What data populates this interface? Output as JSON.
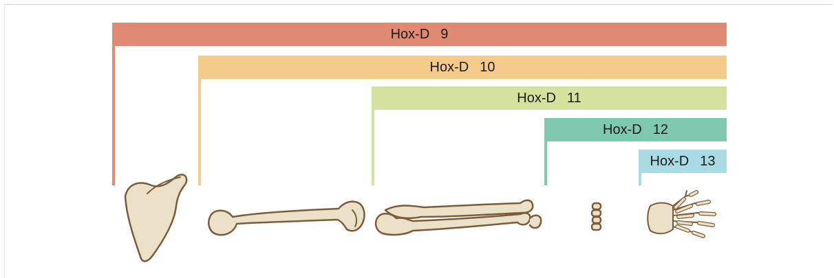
{
  "hox_bands": [
    {
      "gene": "Hox-D",
      "number": "9",
      "color": "#e08a74",
      "element": "scapula"
    },
    {
      "gene": "Hox-D",
      "number": "10",
      "color": "#f5cb8c",
      "element": "humerus"
    },
    {
      "gene": "Hox-D",
      "number": "11",
      "color": "#d3e29c",
      "element": "radius-ulna"
    },
    {
      "gene": "Hox-D",
      "number": "12",
      "color": "#7fc9b0",
      "element": "carpals"
    },
    {
      "gene": "Hox-D",
      "number": "13",
      "color": "#a9dbe4",
      "element": "digits"
    }
  ],
  "colors": {
    "bone_fill": "#ebe1c8",
    "bone_stroke": "#7a5c3a"
  }
}
